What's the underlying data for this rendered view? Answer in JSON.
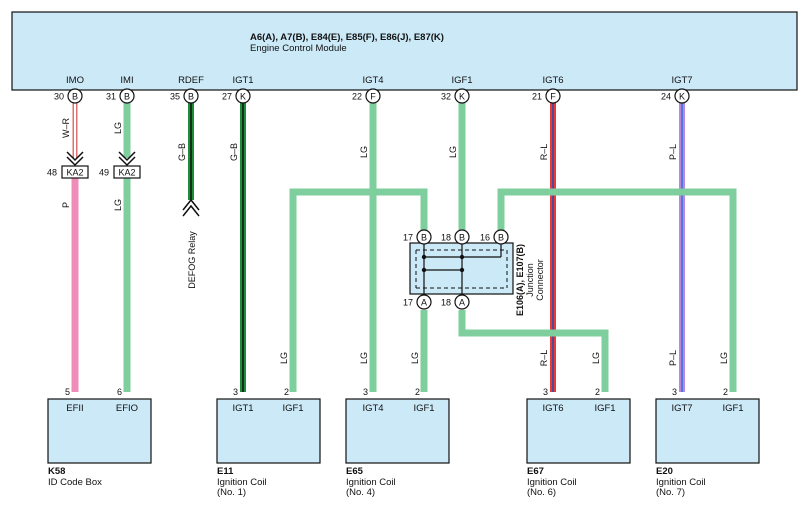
{
  "ecm": {
    "connectors": "A6(A), A7(B), E84(E), E85(F), E86(J), E87(K)",
    "name": "Engine Control Module",
    "terminals": [
      {
        "signal": "IMO",
        "pin": "30",
        "conn": "B"
      },
      {
        "signal": "IMI",
        "pin": "31",
        "conn": "B"
      },
      {
        "signal": "RDEF",
        "pin": "35",
        "conn": "B"
      },
      {
        "signal": "IGT1",
        "pin": "27",
        "conn": "K"
      },
      {
        "signal": "IGT4",
        "pin": "22",
        "conn": "F"
      },
      {
        "signal": "IGF1",
        "pin": "32",
        "conn": "K"
      },
      {
        "signal": "IGT6",
        "pin": "21",
        "conn": "F"
      },
      {
        "signal": "IGT7",
        "pin": "24",
        "conn": "K"
      }
    ]
  },
  "wire_labels": {
    "imo_top": "W–R",
    "imo_bottom": "P",
    "imi_top": "LG",
    "imi_bottom": "LG",
    "rdef": "G–B",
    "igt1_top": "G–B",
    "igt4_top": "LG",
    "igf1_top": "LG",
    "igt6_top": "R–L",
    "igt7_top": "P–L",
    "coil1_igf": "LG",
    "coil4_igt": "LG",
    "coil4_igf": "LG",
    "coil6_igt": "R–L",
    "coil6_igf": "LG",
    "coil7_igt": "P–L",
    "coil7_igf": "LG"
  },
  "ka2": {
    "label": "KA2",
    "pin_imo": "48",
    "pin_imi": "49"
  },
  "defog_relay": "DEFOG Relay",
  "junction": {
    "connectors": "E106(A), E107(B)",
    "line1": "Junction",
    "line2": "Connector",
    "top_pins": [
      {
        "pin": "17",
        "conn": "B"
      },
      {
        "pin": "18",
        "conn": "B"
      },
      {
        "pin": "16",
        "conn": "B"
      }
    ],
    "bottom_pins": [
      {
        "pin": "17",
        "conn": "A"
      },
      {
        "pin": "18",
        "conn": "A"
      }
    ]
  },
  "components": [
    {
      "code": "K58",
      "name": "ID Code Box",
      "sub": "",
      "pins": [
        {
          "num": "5",
          "label": "EFII"
        },
        {
          "num": "6",
          "label": "EFIO"
        }
      ]
    },
    {
      "code": "E11",
      "name": "Ignition Coil",
      "sub": "(No. 1)",
      "pins": [
        {
          "num": "3",
          "label": "IGT1"
        },
        {
          "num": "2",
          "label": "IGF1"
        }
      ]
    },
    {
      "code": "E65",
      "name": "Ignition Coil",
      "sub": "(No. 4)",
      "pins": [
        {
          "num": "3",
          "label": "IGT4"
        },
        {
          "num": "2",
          "label": "IGF1"
        }
      ]
    },
    {
      "code": "E67",
      "name": "Ignition Coil",
      "sub": "(No. 6)",
      "pins": [
        {
          "num": "3",
          "label": "IGT6"
        },
        {
          "num": "2",
          "label": "IGF1"
        }
      ]
    },
    {
      "code": "E20",
      "name": "Ignition Coil",
      "sub": "(No. 7)",
      "pins": [
        {
          "num": "3",
          "label": "IGT7"
        },
        {
          "num": "2",
          "label": "IGF1"
        }
      ]
    }
  ],
  "colors": {
    "module_fill": "#cce9f7",
    "lg_wire": "#7fcf9e",
    "pink_wire": "#f08cb8",
    "red_wire": "#e83a3a",
    "purple_wire": "#9a7fd6",
    "green_wire": "#1e8c3a",
    "black_line": "#111111"
  }
}
